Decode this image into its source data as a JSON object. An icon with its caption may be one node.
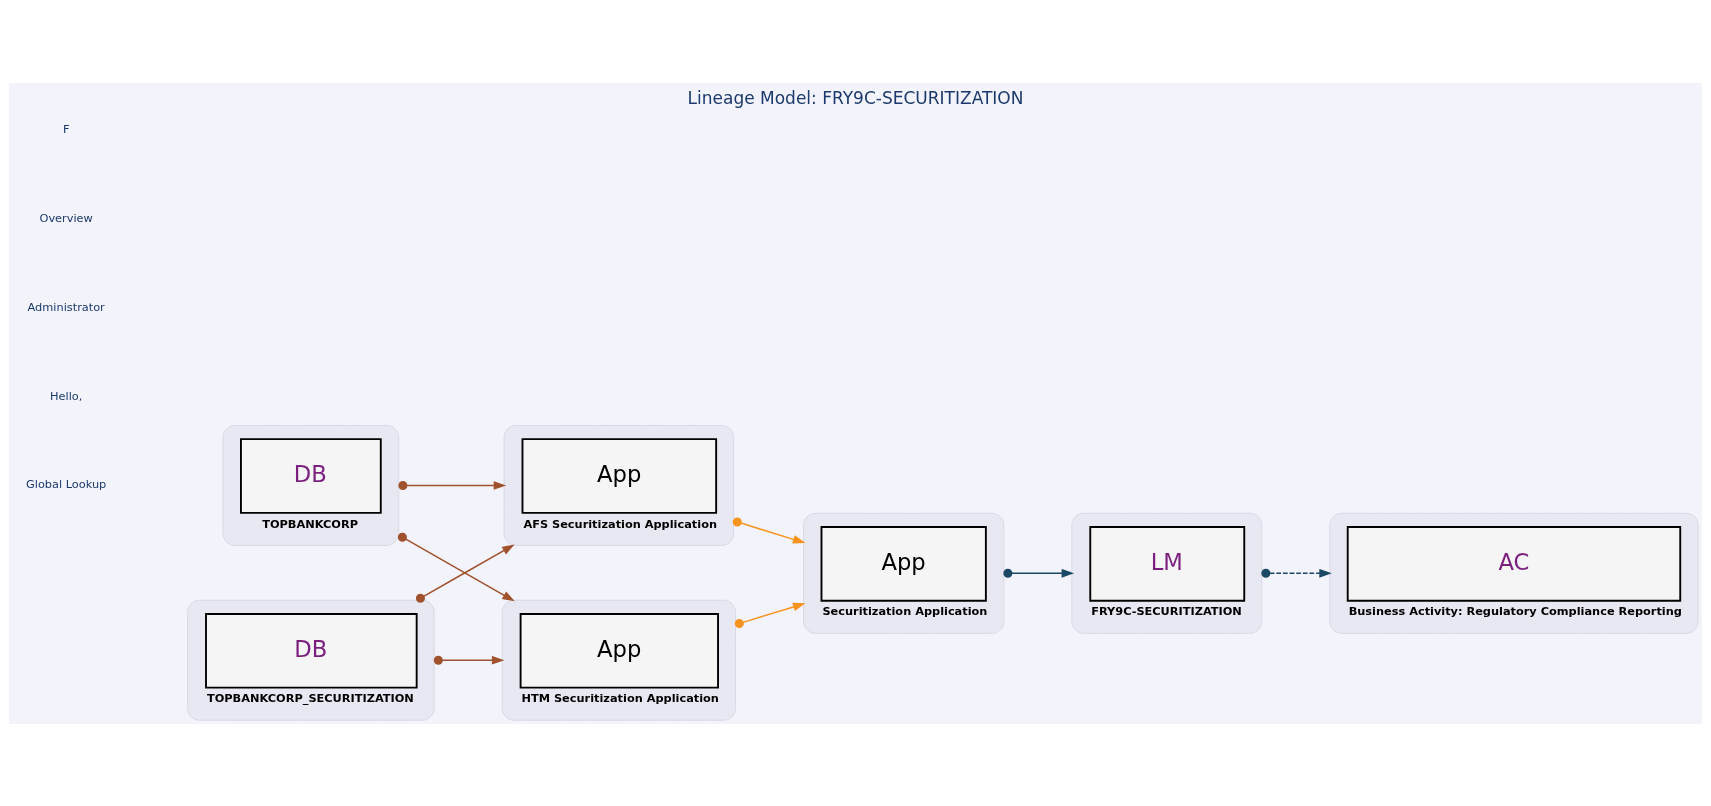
{
  "diagram": {
    "title": "Lineage Model: FRY9C-SECURITIZATION",
    "nodes": [
      {
        "text": [
          "DB",
          "TOPBANKCORP"
        ]
      },
      {
        "text": [
          "App",
          "AFS Securitization Application"
        ]
      },
      {
        "text": [
          "App",
          "Securitization Application"
        ]
      },
      {
        "text": [
          "LM",
          "FRY9C-SECURITIZATION"
        ]
      },
      {
        "text": [
          "AC",
          "Business Activity: Regulatory Compliance Reporting"
        ]
      },
      {
        "text": [
          "DB",
          "TOPBANKCORP_SECURITIZATION"
        ]
      },
      {
        "text": [
          "App",
          "HTM Securitization Application"
        ]
      }
    ],
    "edges": [
      {
        "from": 0,
        "to": 1,
        "arrow": "to",
        "color": "#a0522d"
      },
      {
        "from": 0,
        "to": 6,
        "arrow": "to",
        "color": "#a0522d"
      },
      {
        "from": 5,
        "to": 1,
        "arrow": "to",
        "color": "#a0522d"
      },
      {
        "from": 5,
        "to": 6,
        "arrow": "to",
        "color": "#a0522d"
      },
      {
        "from": 1,
        "to": 2,
        "arrow": "to",
        "color": "#f7941d"
      },
      {
        "from": 6,
        "to": 2,
        "arrow": "to",
        "color": "#f7941d"
      },
      {
        "from": 2,
        "to": 3,
        "arrow": "to",
        "color": "#1b4965"
      },
      {
        "from": 3,
        "to": 4,
        "arrow": "to",
        "style": "dashed",
        "color": "#1b4965"
      }
    ],
    "labels": [
      "Global Lookup",
      "Hello,",
      "Administrator",
      "Overview",
      "F"
    ]
  }
}
